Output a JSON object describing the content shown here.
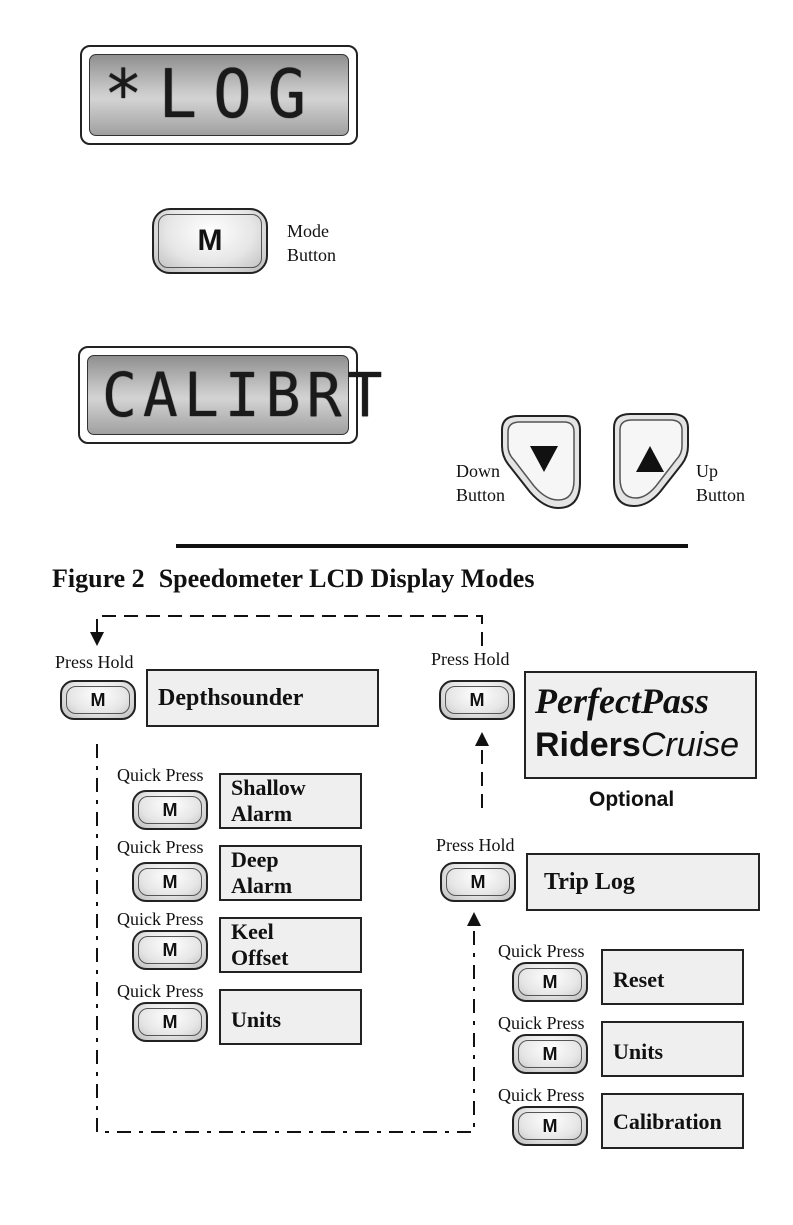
{
  "lcd_top": {
    "text": "*LOG"
  },
  "mode_button": {
    "glyph": "M",
    "label_line1": "Mode",
    "label_line2": "Button"
  },
  "lcd_bottom": {
    "text": "CALIBRT"
  },
  "down_button": {
    "label_line1": "Down",
    "label_line2": "Button"
  },
  "up_button": {
    "label_line1": "Up",
    "label_line2": "Button"
  },
  "figure": {
    "number": "Figure 2",
    "title": "Speedometer LCD Display Modes"
  },
  "button_glyph": "M",
  "left_group": {
    "press_hold": "Press Hold",
    "main_mode": "Depthsounder",
    "items": [
      {
        "caption": "Quick Press",
        "line1": "Shallow",
        "line2": "Alarm"
      },
      {
        "caption": "Quick Press",
        "line1": "Deep",
        "line2": "Alarm"
      },
      {
        "caption": "Quick Press",
        "line1": "Keel",
        "line2": "Offset"
      },
      {
        "caption": "Quick Press",
        "line1": "Units",
        "line2": ""
      }
    ]
  },
  "perfectpass": {
    "press_hold": "Press Hold",
    "title": "PerfectPass",
    "sub_bold": "Riders",
    "sub_italic": "Cruise",
    "optional": "Optional"
  },
  "trip_group": {
    "press_hold": "Press Hold",
    "main_mode": "Trip Log",
    "items": [
      {
        "caption": "Quick Press",
        "label": "Reset"
      },
      {
        "caption": "Quick Press",
        "label": "Units"
      },
      {
        "caption": "Quick Press",
        "label": "Calibration"
      }
    ]
  }
}
